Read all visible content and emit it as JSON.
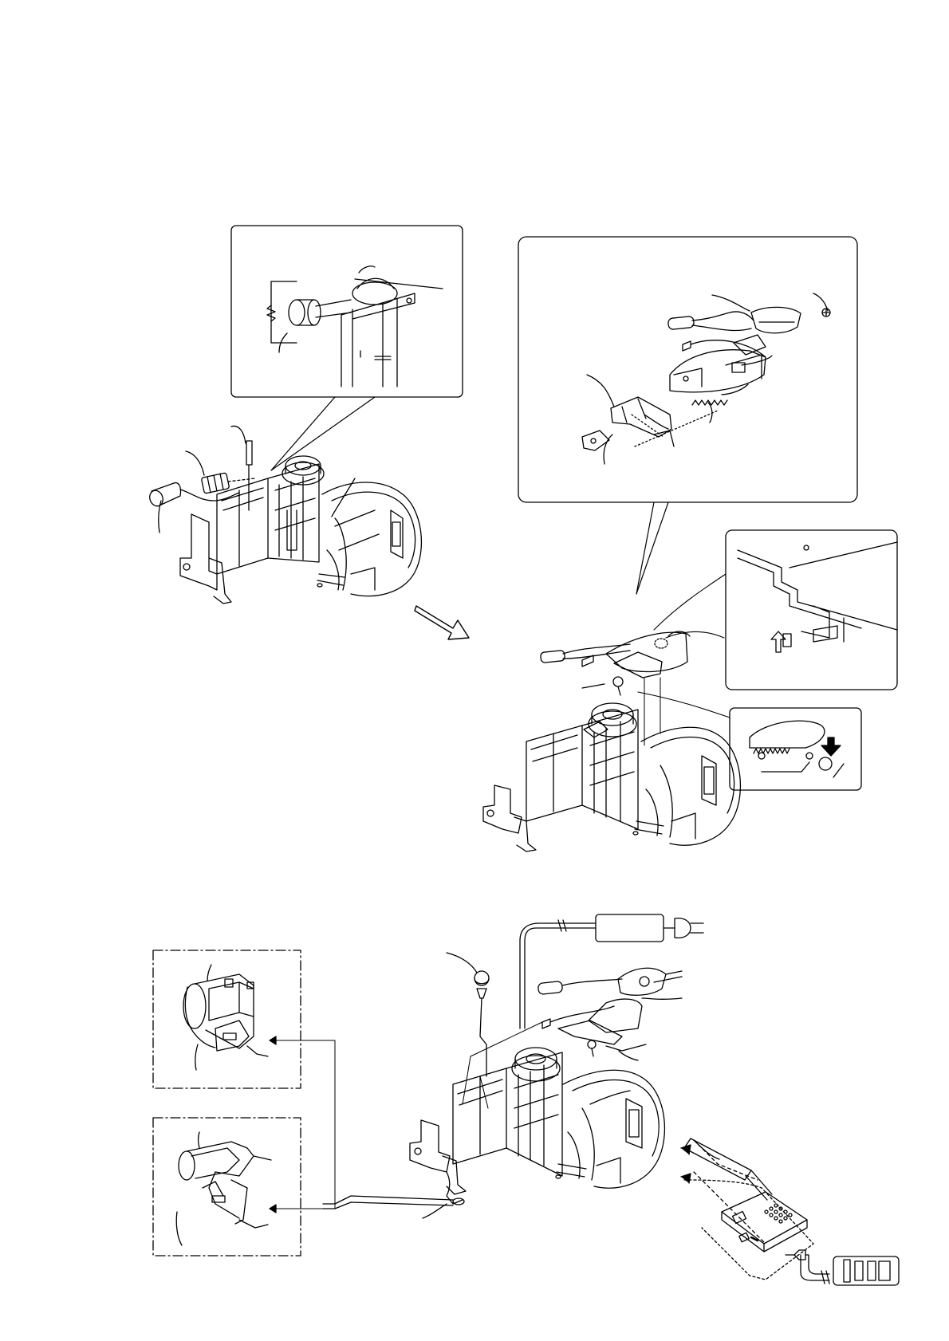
{
  "page": {
    "title": "",
    "background": "#ffffff",
    "ink": "#000000"
  },
  "figures": [
    {
      "name": "capacitor-detail-callout"
    },
    {
      "name": "mechanism-assembly-left"
    },
    {
      "name": "step-arrow"
    },
    {
      "name": "exploded-parts-callout"
    },
    {
      "name": "hook-detail-callout"
    },
    {
      "name": "spring-detail-callout"
    },
    {
      "name": "mechanism-assembly-right"
    },
    {
      "name": "service-setup-assembly"
    },
    {
      "name": "lens-block-dashed-box-1"
    },
    {
      "name": "lens-block-dashed-box-2"
    },
    {
      "name": "ac-adaptor"
    },
    {
      "name": "jig-board"
    }
  ]
}
